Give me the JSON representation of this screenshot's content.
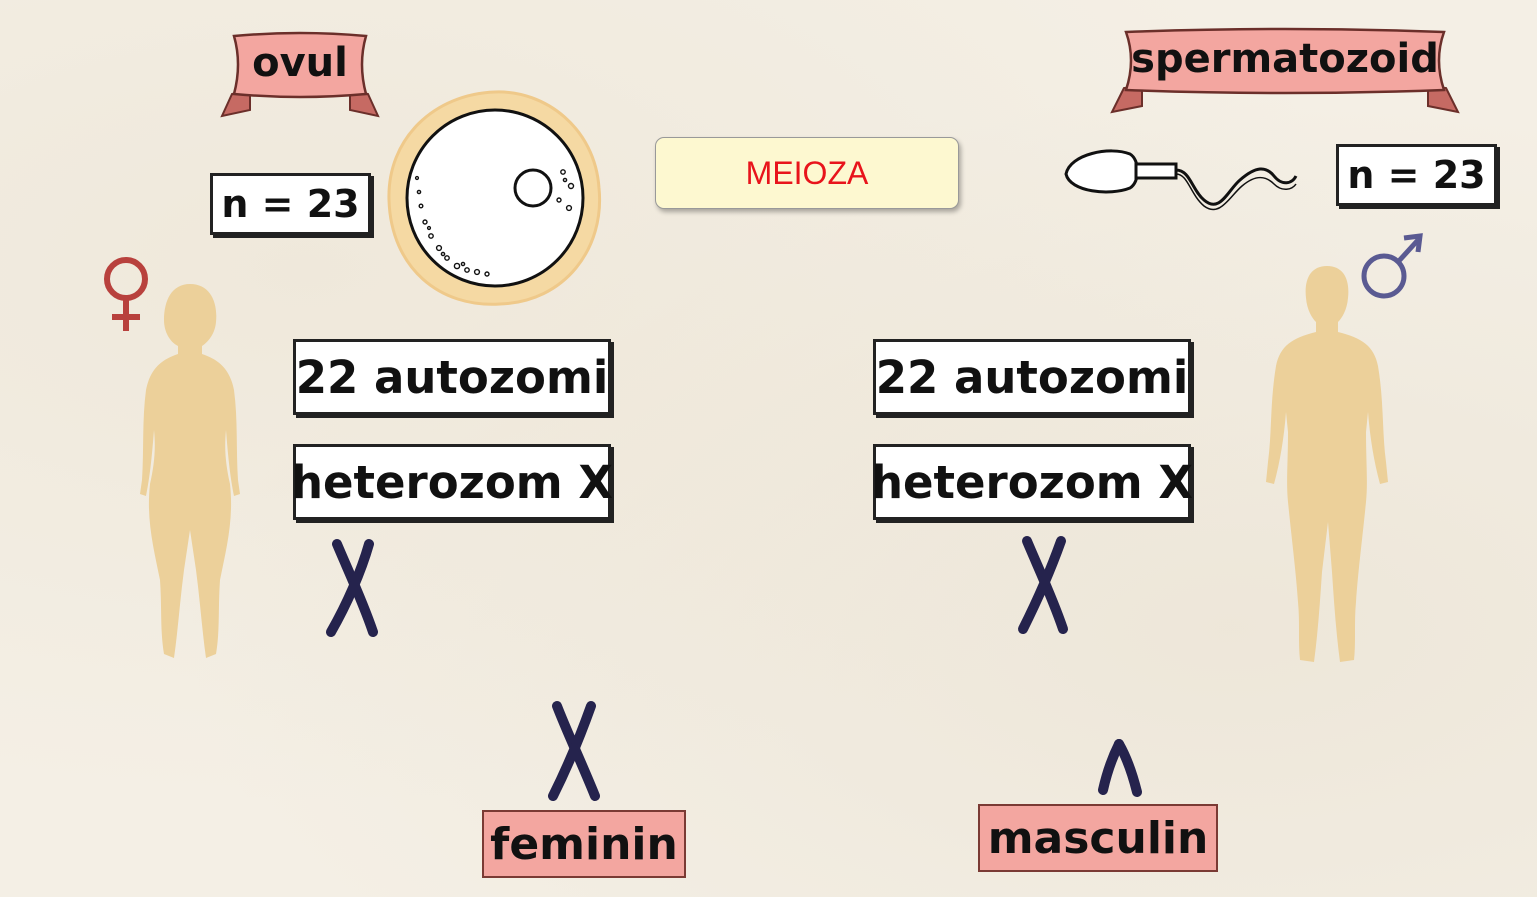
{
  "labels": {
    "egg": "ovul",
    "sperm": "spermatozoid",
    "process": "MEIOZA",
    "female": "feminin",
    "male": "masculin"
  },
  "female_side": {
    "n_value": "n = 23",
    "autosomes": "22 autozomi",
    "heterosome": "heterozom X",
    "symbol": "♀"
  },
  "male_side": {
    "n_value": "n = 23",
    "autosomes": "22 autozomi",
    "heterosome": "heterozom X",
    "symbol": "♂"
  },
  "colors": {
    "ribbon": "#f3a6a0",
    "ribbon_dark": "#c66a63",
    "silhouette": "#ecd09a",
    "chromosome": "#25234d",
    "female_symbol": "#b8413d",
    "male_symbol": "#5a5a92",
    "process_text": "#e8141b",
    "process_bg": "#fdf8d0",
    "egg_halo": "#f5d9a3"
  }
}
